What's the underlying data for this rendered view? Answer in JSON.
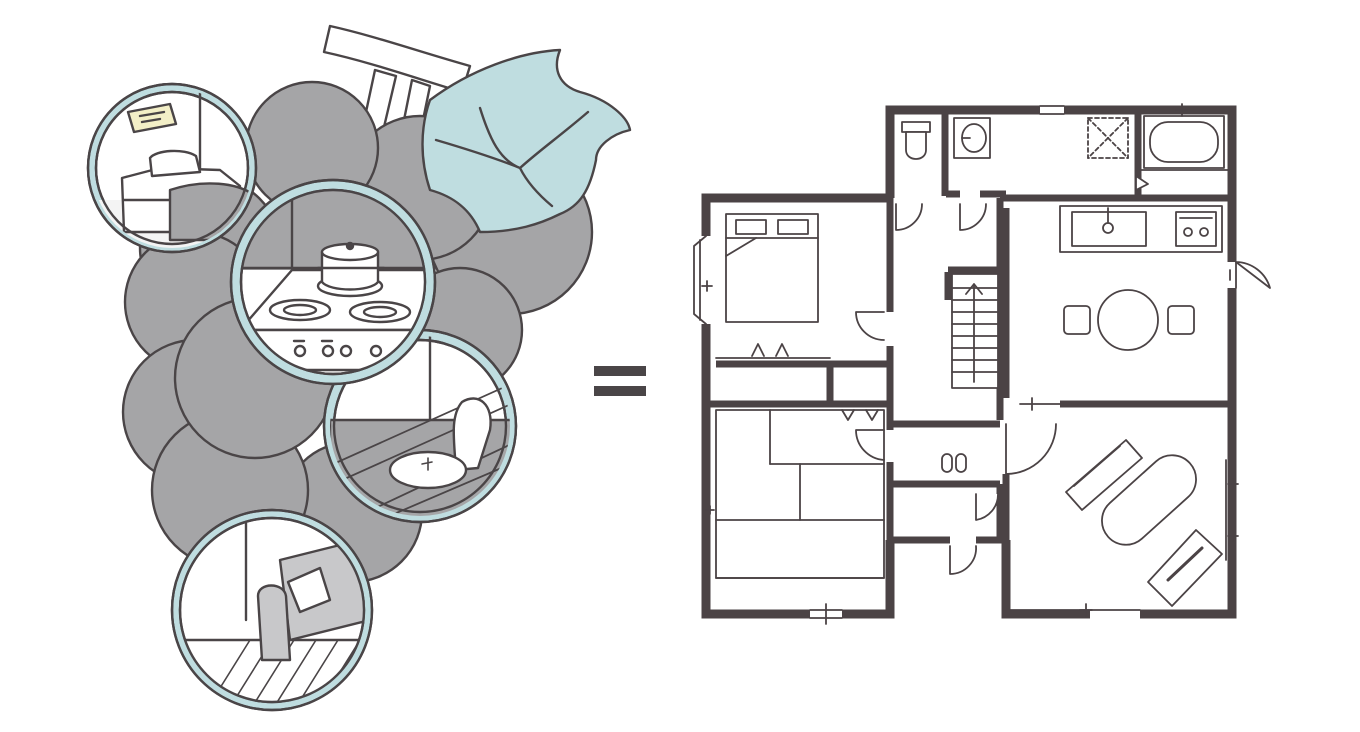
{
  "colors": {
    "outline": "#4a4547",
    "grape": "#a5a5a7",
    "leaf": "#bfdde0",
    "ring": "#bfdde0",
    "wall": "#4b4345",
    "floor": "#ffffff",
    "note": "#f3efc7",
    "light_gray": "#c8c8ca"
  },
  "illustration": {
    "left": "grape-cluster-of-room-scenes",
    "operator": "equals-sign",
    "right": "house-floor-plan"
  }
}
